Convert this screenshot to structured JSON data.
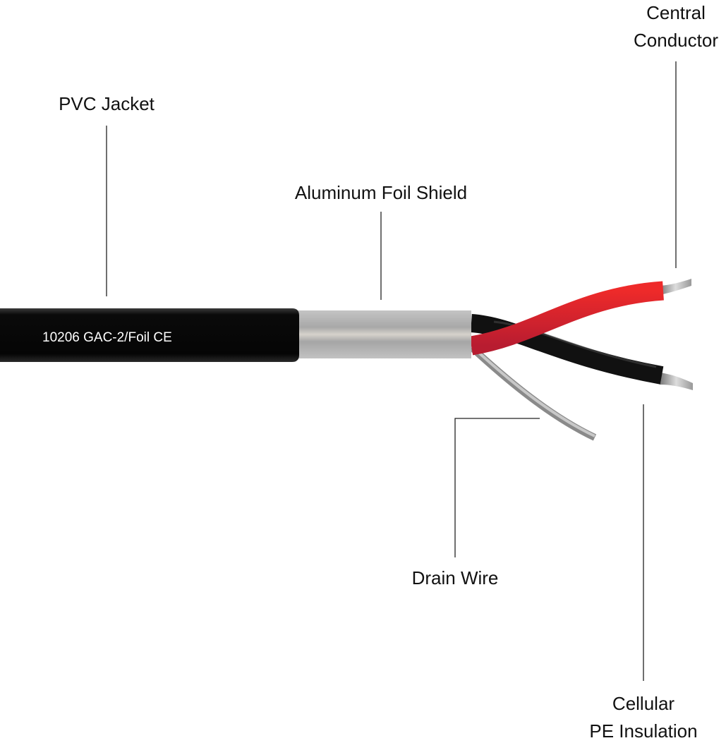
{
  "labels": {
    "pvc_jacket": "PVC Jacket",
    "foil_shield": "Aluminum Foil Shield",
    "central_conductor": [
      "Central",
      "Conductor"
    ],
    "drain_wire": "Drain Wire",
    "insulation": [
      "Cellular",
      "PE Insulation"
    ]
  },
  "jacket_print": "10206 GAC-2/Foil CE",
  "colors": {
    "jacket": "#0a0a0a",
    "foil": "#b9b9b9",
    "red_wire": "#c21e2e",
    "black_wire": "#111111",
    "conductor": "#a9a9a9"
  }
}
